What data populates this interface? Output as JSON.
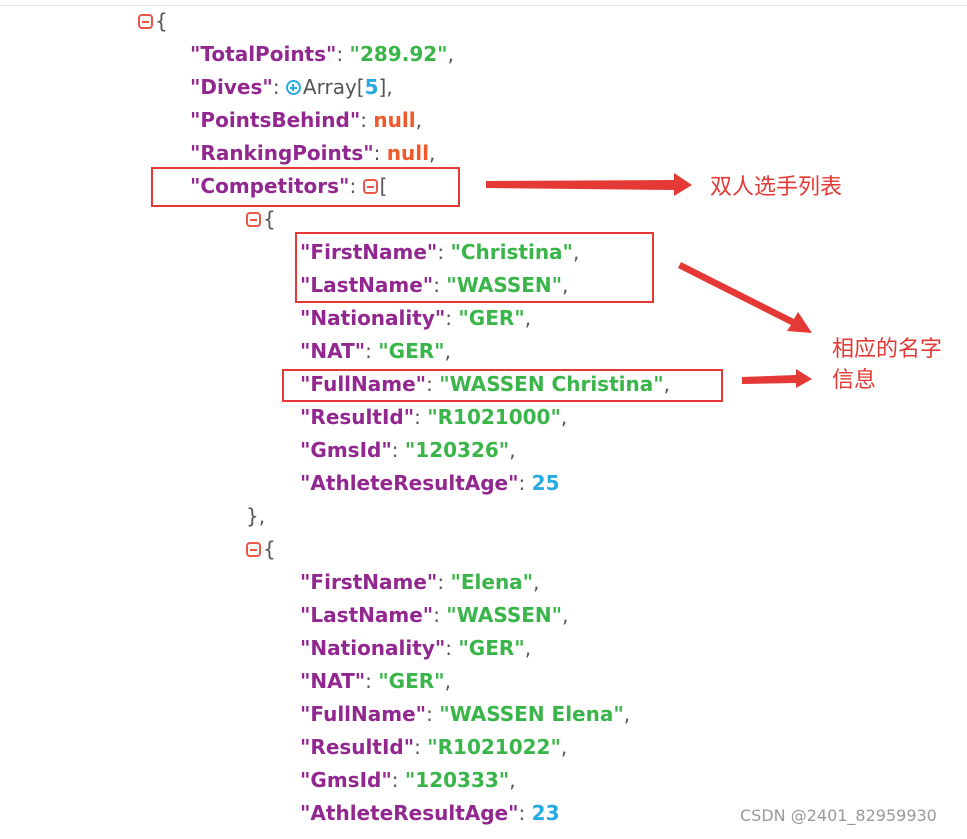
{
  "root": {
    "brace": "{"
  },
  "fields": {
    "total_points": {
      "key": "\"TotalPoints\"",
      "value": "\"289.92\""
    },
    "dives": {
      "key": "\"Dives\"",
      "array_label": "Array",
      "count": "5"
    },
    "points_behind": {
      "key": "\"PointsBehind\"",
      "value": "null"
    },
    "ranking_points": {
      "key": "\"RankingPoints\"",
      "value": "null"
    },
    "competitors": {
      "key": "\"Competitors\"",
      "bracket": "["
    }
  },
  "competitors": [
    {
      "first_name": {
        "key": "\"FirstName\"",
        "value": "\"Christina\""
      },
      "last_name": {
        "key": "\"LastName\"",
        "value": "\"WASSEN\""
      },
      "nationality": {
        "key": "\"Nationality\"",
        "value": "\"GER\""
      },
      "nat": {
        "key": "\"NAT\"",
        "value": "\"GER\""
      },
      "full_name": {
        "key": "\"FullName\"",
        "value": "\"WASSEN Christina\""
      },
      "result_id": {
        "key": "\"ResultId\"",
        "value": "\"R1021000\""
      },
      "gms_id": {
        "key": "\"GmsId\"",
        "value": "\"120326\""
      },
      "athlete_result_age": {
        "key": "\"AthleteResultAge\"",
        "value": "25"
      }
    },
    {
      "first_name": {
        "key": "\"FirstName\"",
        "value": "\"Elena\""
      },
      "last_name": {
        "key": "\"LastName\"",
        "value": "\"WASSEN\""
      },
      "nationality": {
        "key": "\"Nationality\"",
        "value": "\"GER\""
      },
      "nat": {
        "key": "\"NAT\"",
        "value": "\"GER\""
      },
      "full_name": {
        "key": "\"FullName\"",
        "value": "\"WASSEN Elena\""
      },
      "result_id": {
        "key": "\"ResultId\"",
        "value": "\"R1021022\""
      },
      "gms_id": {
        "key": "\"GmsId\"",
        "value": "\"120333\""
      },
      "athlete_result_age": {
        "key": "\"AthleteResultAge\"",
        "value": "23"
      }
    }
  ],
  "punct": {
    "colon": ": ",
    "comma": ",",
    "open_brace": "{",
    "close_brace_comma": "},"
  },
  "annotations": {
    "competitors_note": "双人选手列表",
    "name_note_line1": "相应的名字",
    "name_note_line2": "信息"
  },
  "watermark": "CSDN @2401_82959930",
  "colors": {
    "key": "#92278f",
    "string": "#3ab54a",
    "number": "#25aae1",
    "null": "#f1592a",
    "annotation": "#e53935"
  },
  "icons": {
    "collapse": "collapse-minus-icon",
    "expand": "expand-plus-icon"
  }
}
